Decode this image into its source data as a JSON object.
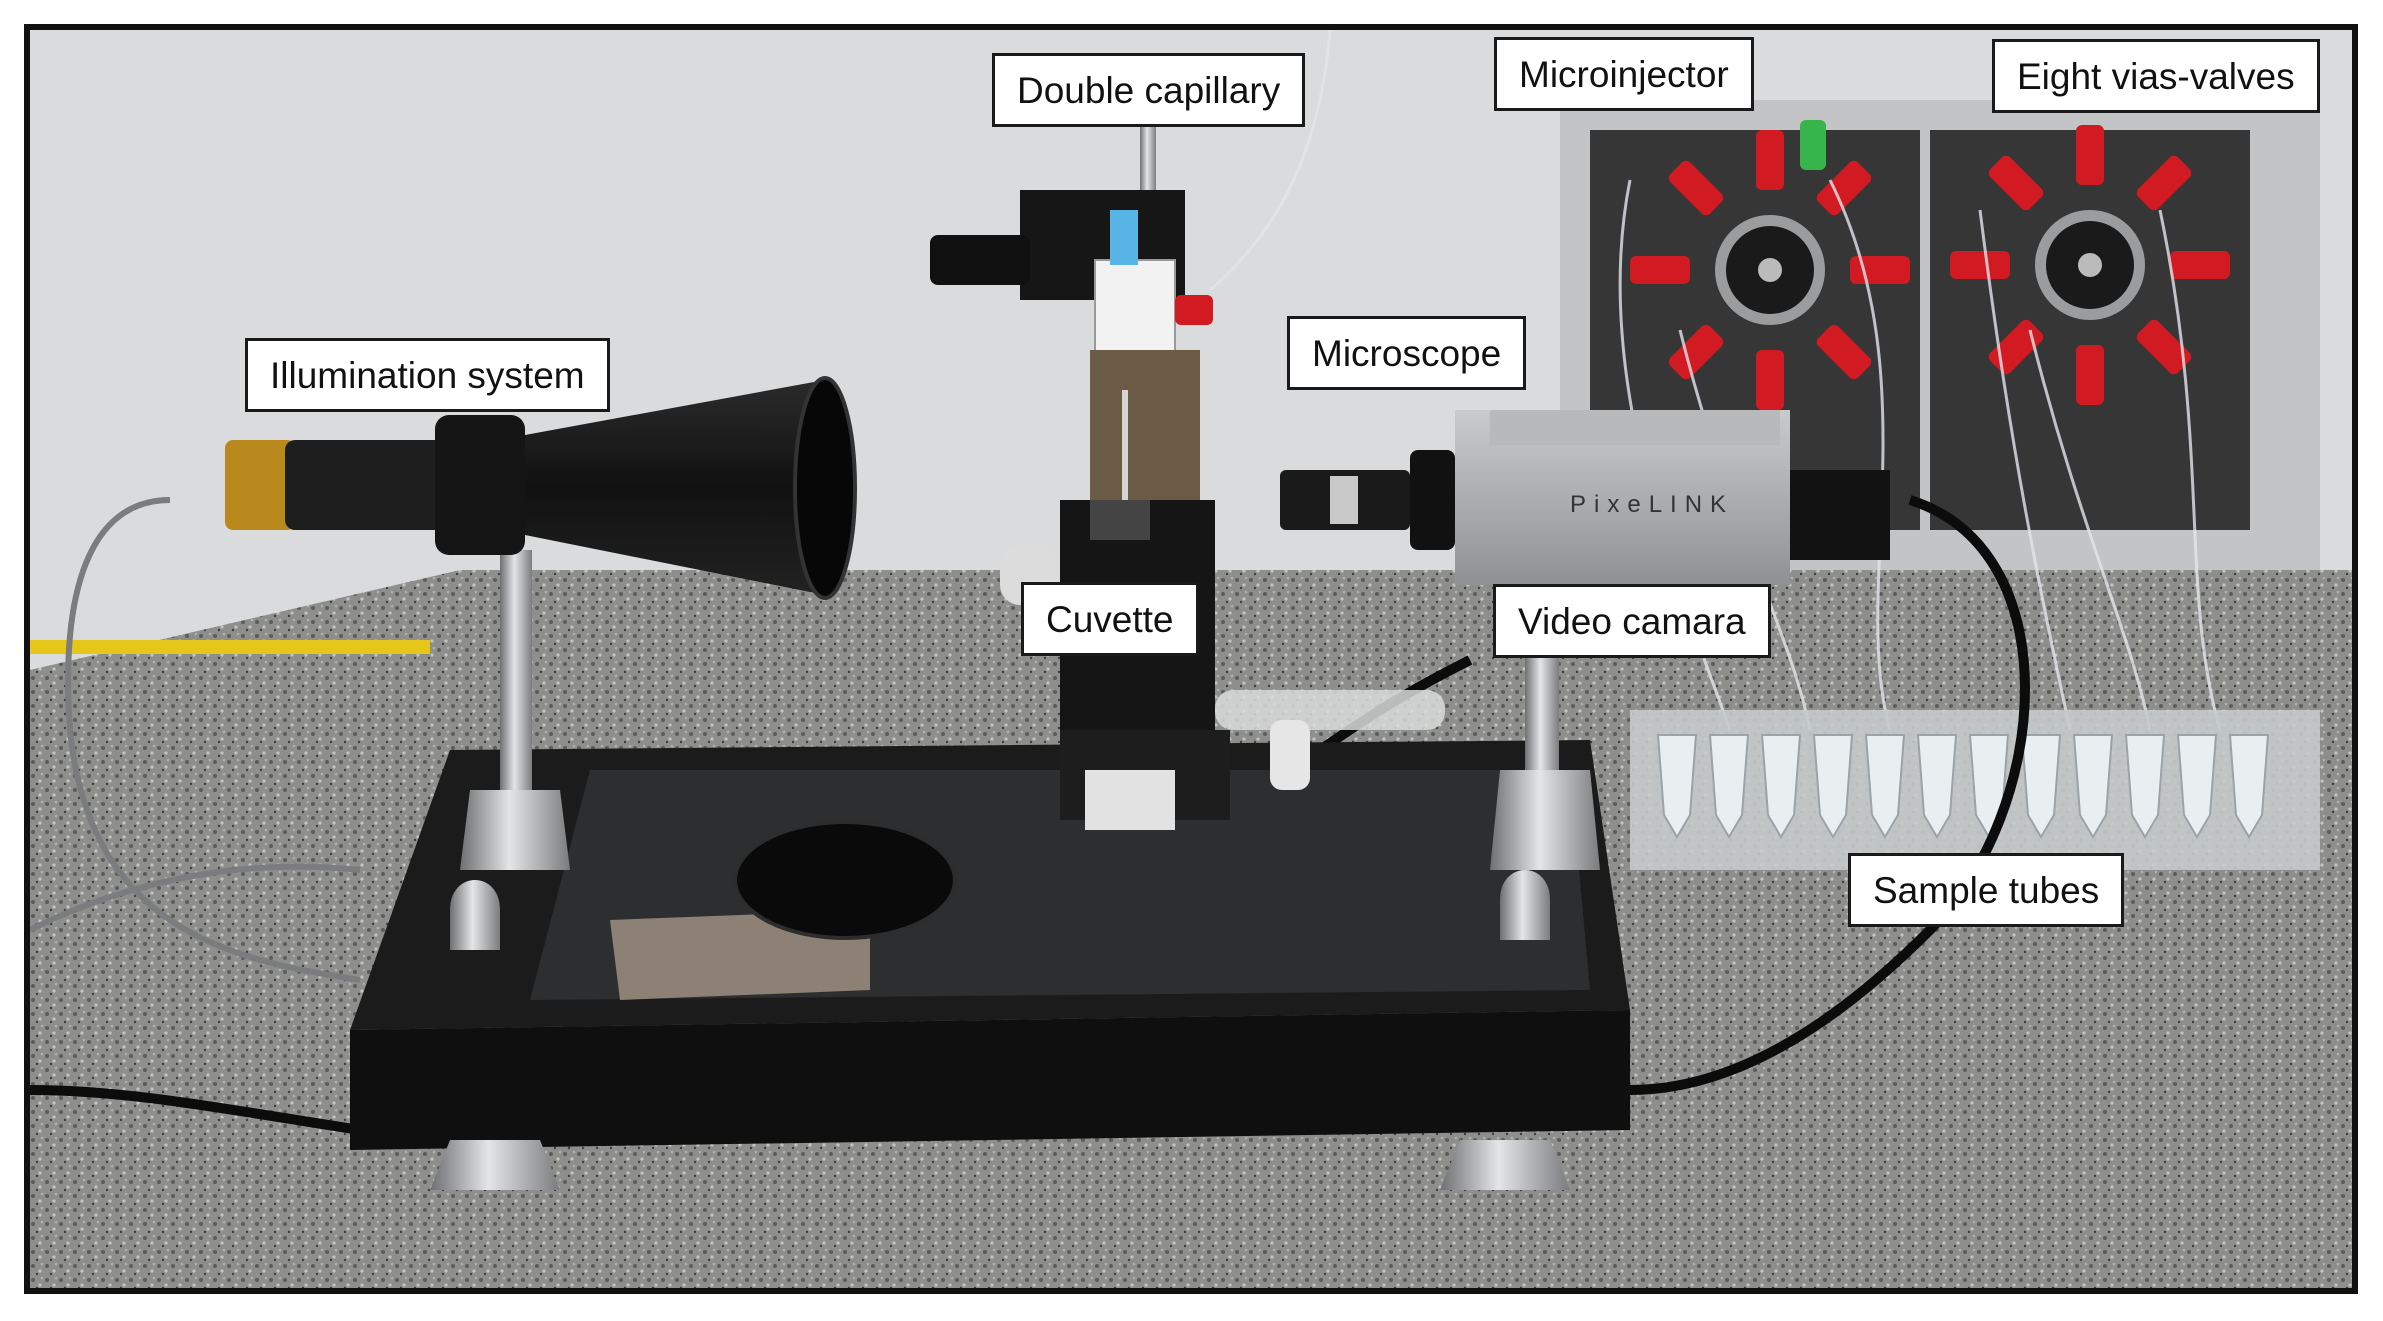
{
  "figure": {
    "labels": {
      "double_capillary": "Double capillary",
      "microinjector": "Microinjector",
      "eight_vias_valves": "Eight vias-valves",
      "illumination_system": "Illumination system",
      "microscope": "Microscope",
      "cuvette": "Cuvette",
      "video_camera": "Video camara",
      "sample_tubes": "Sample tubes"
    },
    "camera_brand": "PixeLINK"
  },
  "colors": {
    "granite": "#8e8f8c",
    "wall": "#d9dbdc",
    "base_black": "#141414",
    "valve_red": "#d11a22",
    "valve_green": "#35b54a",
    "cable_yellow": "#e6c619",
    "camera_grey": "#a9abad"
  }
}
